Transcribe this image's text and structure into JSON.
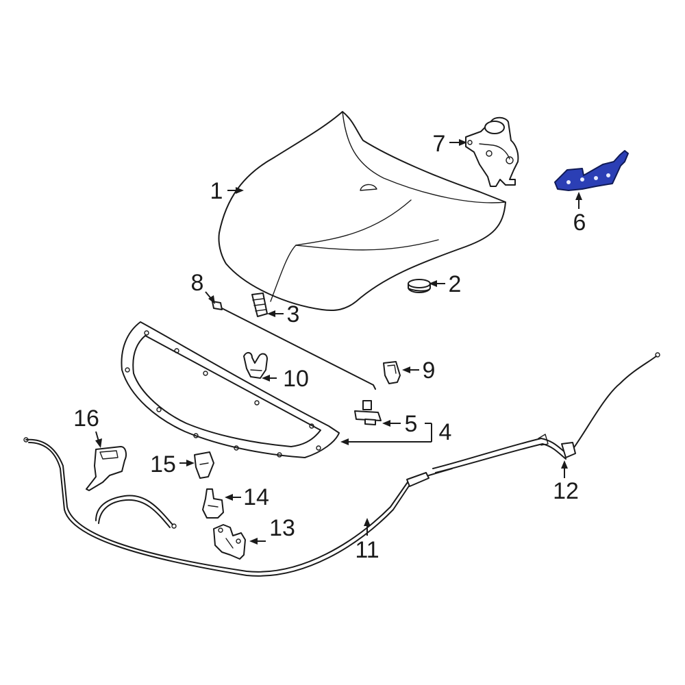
{
  "diagram": {
    "callouts": [
      "1",
      "2",
      "3",
      "4",
      "5",
      "6",
      "7",
      "8",
      "9",
      "10",
      "11",
      "12",
      "13",
      "14",
      "15",
      "16"
    ],
    "highlight_color": "#2b3fb5"
  }
}
